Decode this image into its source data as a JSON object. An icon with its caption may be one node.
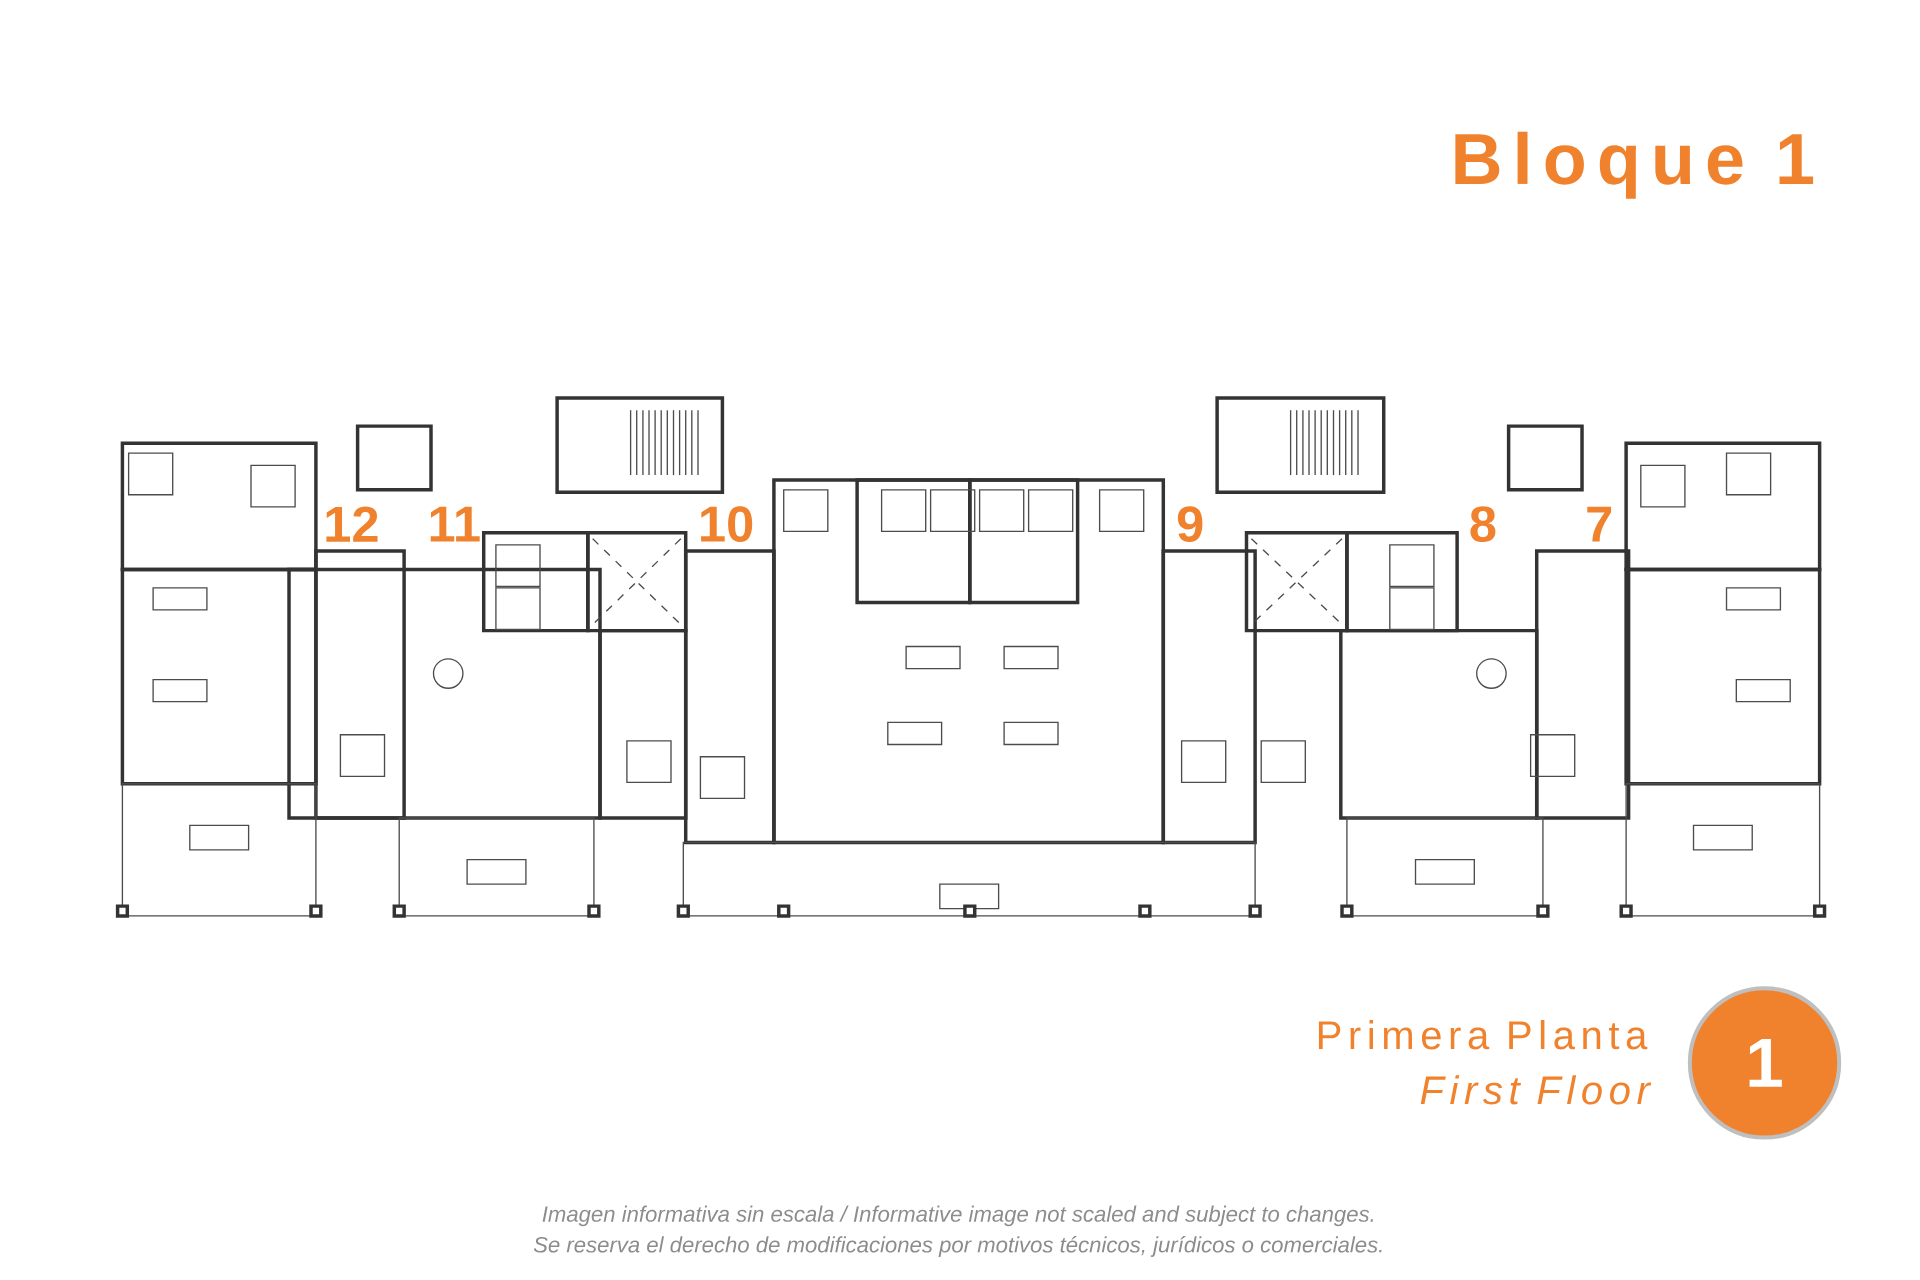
{
  "diagram": {
    "title": "Bloque 1",
    "nodes": [
      {
        "text": [
          "1"
        ]
      }
    ],
    "labels": [
      "12",
      "11",
      "10",
      "9",
      "8",
      "7",
      "Primera Planta",
      "First Floor",
      "Imagen informativa sin escala /  Informative image not scaled and subject to changes.",
      "Se reserva el derecho de modificaciones por motivos técnicos, jurídicos o comerciales."
    ]
  }
}
